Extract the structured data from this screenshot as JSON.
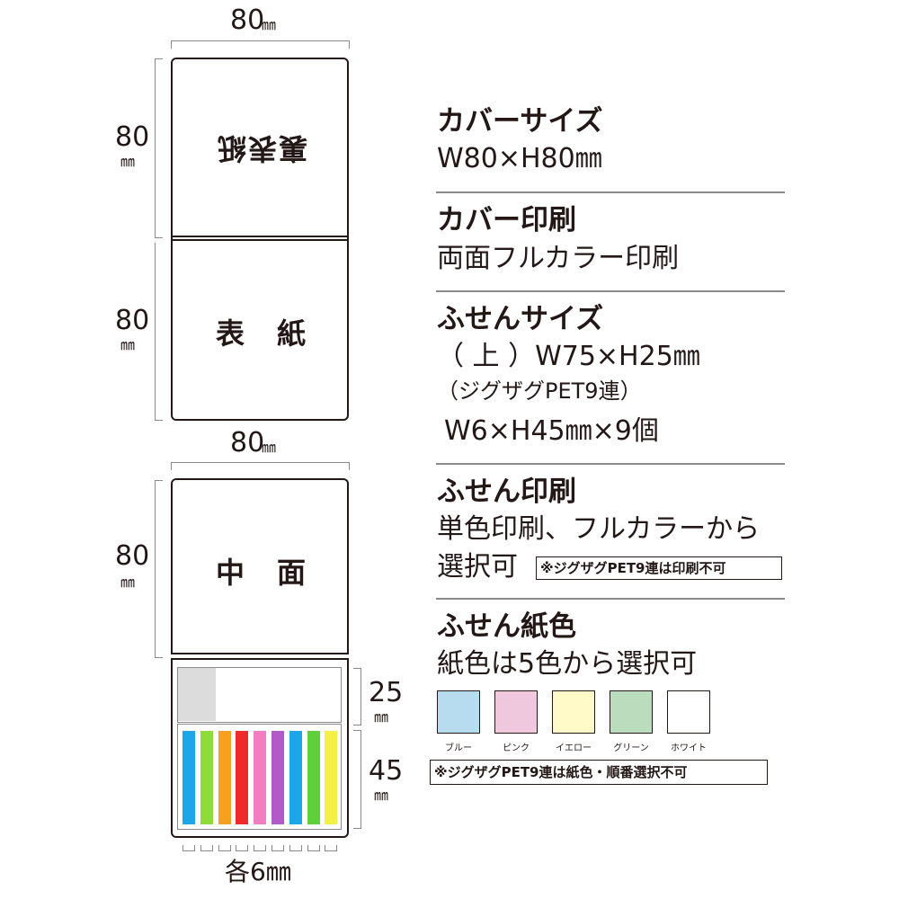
{
  "diagram": {
    "panels": {
      "back_cover_label": "裏表紙",
      "front_cover_label": "表　紙",
      "inside_label": "中　面"
    },
    "dimensions": {
      "top_width_value": "80",
      "top_width_unit": "㎜",
      "back_height_value": "80",
      "back_height_unit": "㎜",
      "front_height_value": "80",
      "front_height_unit": "㎜",
      "mid_width_value": "80",
      "mid_width_unit": "㎜",
      "inside_height_value": "80",
      "inside_height_unit": "㎜",
      "sticky_top_height_value": "25",
      "sticky_top_height_unit": "㎜",
      "sticky_bottom_height_value": "45",
      "sticky_bottom_height_unit": "㎜",
      "each_width_label": "各6㎜"
    },
    "tab_colors": [
      "#1ea7e8",
      "#8edc3c",
      "#f5a01e",
      "#ee2a2a",
      "#f27dc0",
      "#b25ac8",
      "#1ea7e8",
      "#5fd03c",
      "#f4f046"
    ]
  },
  "spec": {
    "cover_size": {
      "title": "カバーサイズ",
      "value": "W80×H80㎜"
    },
    "cover_print": {
      "title": "カバー印刷",
      "value": "両面フルカラー印刷"
    },
    "sticky_size": {
      "title": "ふせんサイズ",
      "line1": "（ 上 ）W75×H25㎜",
      "line2": "（ジグザグPET9連）",
      "line3": "W6×H45㎜×9個"
    },
    "sticky_print": {
      "title": "ふせん印刷",
      "line1": "単色印刷、フルカラーから",
      "line2": "選択可",
      "note": "※ジグザグPET9連は印刷不可"
    },
    "sticky_color": {
      "title": "ふせん紙色",
      "line1": "紙色は5色から選択可",
      "swatches": [
        {
          "label": "ブルー",
          "color": "#b7dcf0"
        },
        {
          "label": "ピンク",
          "color": "#f0c8de"
        },
        {
          "label": "イエロー",
          "color": "#fffac8"
        },
        {
          "label": "グリーン",
          "color": "#bcdcbe"
        },
        {
          "label": "ホワイト",
          "color": "#ffffff"
        }
      ],
      "note": "※ジグザグPET9連は紙色・順番選択不可"
    }
  }
}
